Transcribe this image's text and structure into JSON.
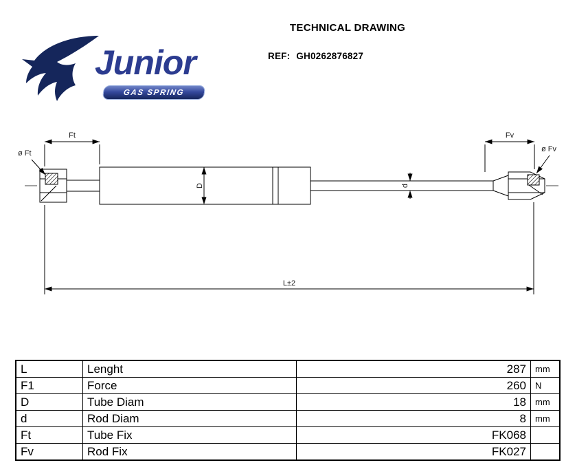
{
  "header": {
    "title": "TECHNICAL DRAWING",
    "ref_label": "REF:",
    "ref_value": "GH0262876827"
  },
  "logo": {
    "brand": "Junior",
    "tagline": "GAS SPRING"
  },
  "drawing": {
    "labels": {
      "tube_fix_dim": "Ft",
      "rod_fix_dim": "Fv",
      "tube_fix_diameter": "ø Ft",
      "rod_fix_diameter": "ø Fv",
      "tube_diameter": "D",
      "rod_diameter": "d",
      "total_length": "L±2"
    }
  },
  "table": {
    "rows": [
      {
        "symbol": "L",
        "name": "Lenght",
        "value": "287",
        "unit": "mm"
      },
      {
        "symbol": "F1",
        "name": "Force",
        "value": "260",
        "unit": "N"
      },
      {
        "symbol": "D",
        "name": "Tube Diam",
        "value": "18",
        "unit": "mm"
      },
      {
        "symbol": "d",
        "name": "Rod Diam",
        "value": "8",
        "unit": "mm"
      },
      {
        "symbol": "Ft",
        "name": "Tube Fix",
        "value": "FK068",
        "unit": ""
      },
      {
        "symbol": "Fv",
        "name": "Rod Fix",
        "value": "FK027",
        "unit": ""
      }
    ]
  }
}
